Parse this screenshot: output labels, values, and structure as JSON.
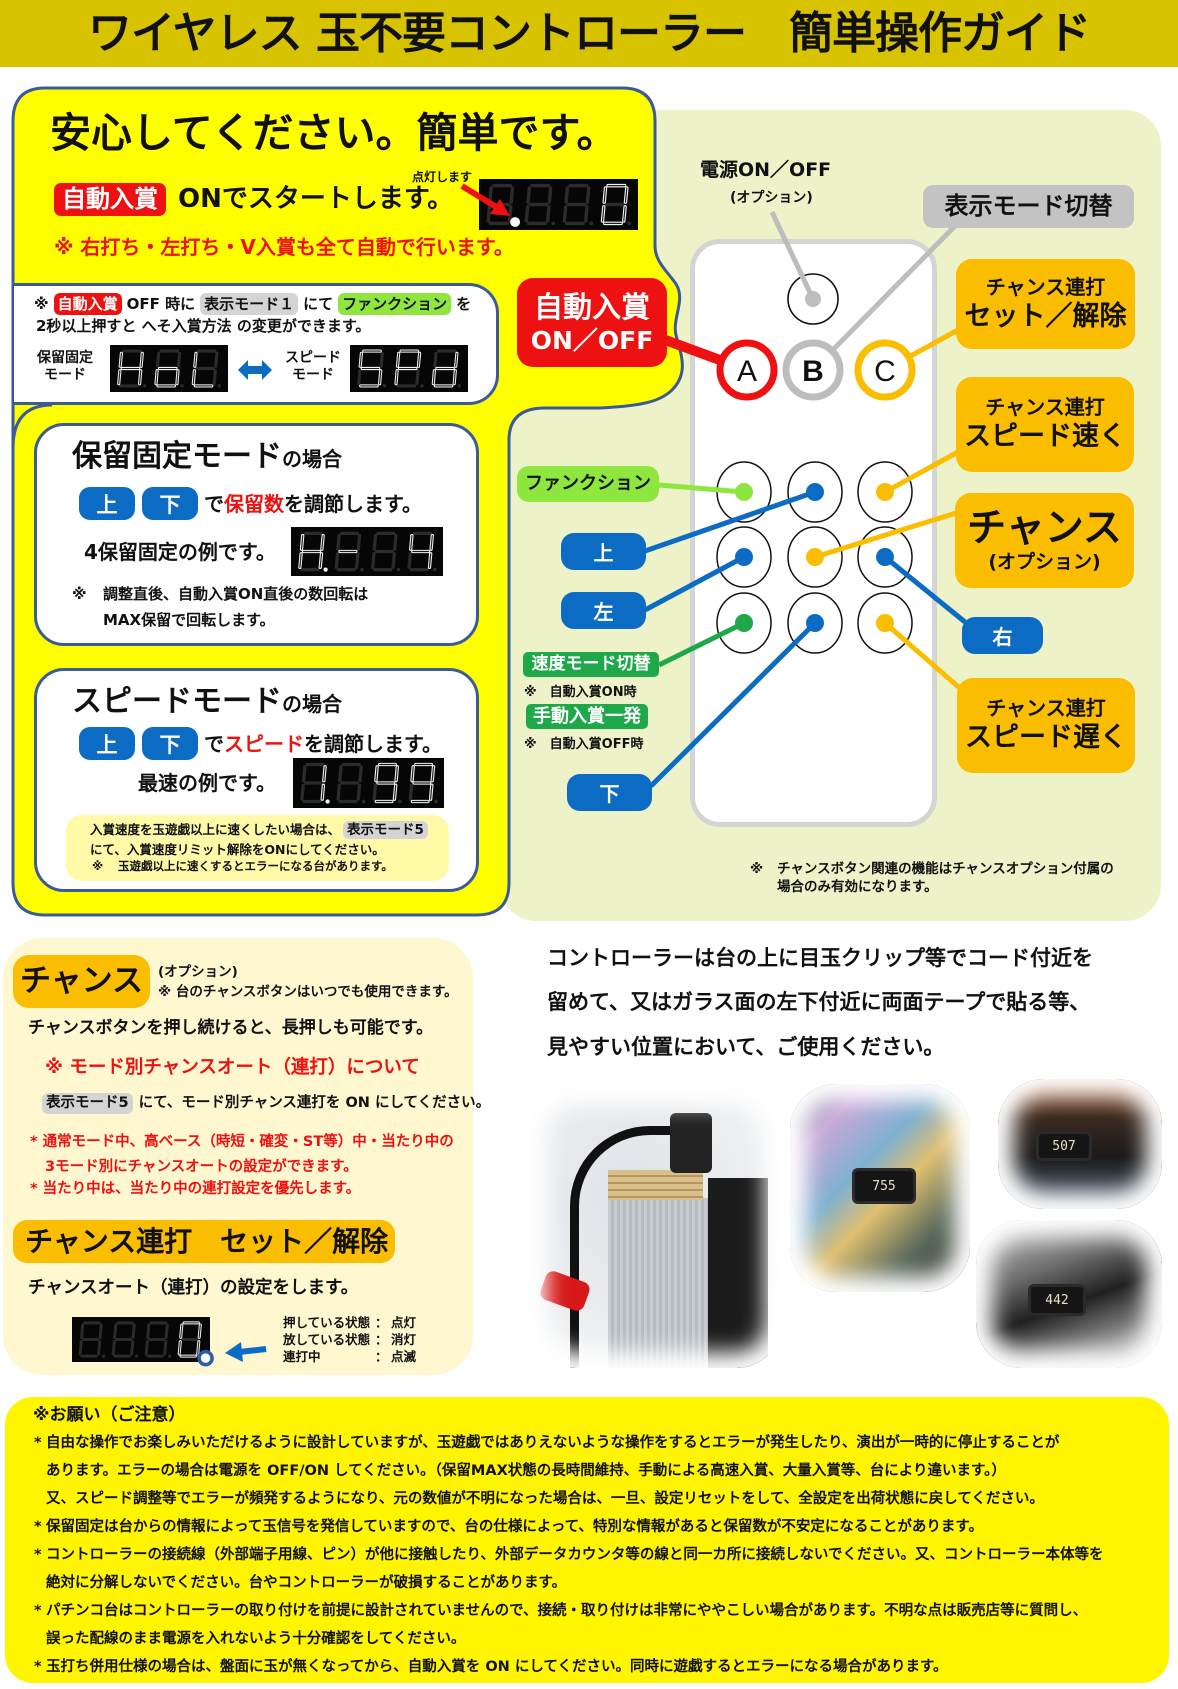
{
  "colors": {
    "header": "#d8c300",
    "yellow": "#ffff00",
    "border_blue": "#3b5b98",
    "red": "#ee1111",
    "blue": "#0c6cc4",
    "orange": "#fbbd00",
    "gray_tag": "#d4d4d4",
    "gray_label": "#c3c3c3",
    "lime": "#8ee63f",
    "green": "#1ea84a",
    "panel_green": "#eef2c8",
    "cream": "#fff7cf",
    "notice_yellow": "#fff500",
    "tip_yellow": "#fff9a8"
  },
  "header": {
    "title": "ワイヤレス 玉不要コントローラー　簡単操作ガイド"
  },
  "intro": {
    "heading": "安心してください。簡単です。",
    "auto_badge": "自動入賞",
    "start_text": "ONでスタートします。",
    "lit_caption": "点灯します",
    "display": {
      "cells": [
        {
          "c": " ",
          "dot": "big"
        },
        {
          "c": " ",
          "dot": "off"
        },
        {
          "c": " ",
          "dot": "off"
        },
        {
          "c": "0",
          "dot": "off"
        }
      ]
    },
    "note": "※ 右打ち・左打ち・V入賞も全て自動で行います。"
  },
  "mode_switch": {
    "mark": "※",
    "auto_badge": "自動入賞",
    "off_text": "OFF 時に",
    "display_mode_tag": "表示モード１",
    "via_text": "にて",
    "function_tag": "ファンクション",
    "particle": "を",
    "line2": "2秒以上押すと へそ入賞方法 の変更ができます。",
    "hold_label": {
      "line1": "保留固定",
      "line2": "モード"
    },
    "hold_display": {
      "cells": [
        {
          "c": "H",
          "dot": "off"
        },
        {
          "c": "o",
          "dot": "off"
        },
        {
          "c": "L",
          "dot": "off"
        }
      ]
    },
    "speed_label": {
      "line1": "スピード",
      "line2": "モード"
    },
    "speed_display": {
      "cells": [
        {
          "c": "S",
          "dot": "off"
        },
        {
          "c": "P",
          "dot": "off"
        },
        {
          "c": "d",
          "dot": "off"
        }
      ]
    }
  },
  "auto_toggle": {
    "line1": "自動入賞",
    "line2": "ON／OFF"
  },
  "hold_mode": {
    "title": "保留固定モード",
    "title_suffix": "の場合",
    "up": "上",
    "down": "下",
    "adjust_prefix": "で",
    "adjust_highlight": "保留数",
    "adjust_suffix": "を調節します。",
    "example": "4保留固定の例です。",
    "display": {
      "cells": [
        {
          "c": "H",
          "dot": "lit"
        },
        {
          "c": "-",
          "dot": "off"
        },
        {
          "c": " ",
          "dot": "off"
        },
        {
          "c": "4",
          "dot": "off"
        }
      ]
    },
    "note_mark": "※",
    "note_line1": "調整直後、自動入賞ON直後の数回転は",
    "note_line2": "MAX保留で回転します。"
  },
  "speed_mode": {
    "title": "スピードモード",
    "title_suffix": "の場合",
    "up": "上",
    "down": "下",
    "adjust_prefix": "で",
    "adjust_highlight": "スピード",
    "adjust_suffix": "を調節します。",
    "example": "最速の例です。",
    "display": {
      "cells": [
        {
          "c": "1",
          "dot": "lit"
        },
        {
          "c": " ",
          "dot": "off"
        },
        {
          "c": "9",
          "dot": "off"
        },
        {
          "c": "9",
          "dot": "off"
        }
      ]
    },
    "tip": {
      "line1": "入賞速度を玉遊戯以上に速くしたい場合は、",
      "tag": "表示モード5",
      "line2": "にて、入賞速度リミット解除をONにしてください。",
      "line3_mark": "※",
      "line3": "玉遊戯以上に速くするとエラーになる台があります。"
    }
  },
  "remote": {
    "power_label": "電源ON／OFF",
    "power_sub": "(オプション)",
    "display_mode_label": "表示モード切替",
    "abc": [
      "A",
      "B",
      "C"
    ],
    "chance_set": {
      "line1": "チャンス連打",
      "line2": "セット／解除"
    },
    "chance_fast": {
      "line1": "チャンス連打",
      "line2": "スピード速く"
    },
    "chance": {
      "line1": "チャンス",
      "line2": "(オプション)"
    },
    "right": "右",
    "chance_slow": {
      "line1": "チャンス連打",
      "line2": "スピード遅く"
    },
    "function": "ファンクション",
    "up": "上",
    "left": "左",
    "down": "下",
    "speed_mode_switch": "速度モード切替",
    "speed_mode_note": "※　自動入賞ON時",
    "manual_single": "手動入賞一発",
    "manual_note": "※　自動入賞OFF時",
    "grid_dots": [
      "#8ee63f",
      "#0c6cc4",
      "#fbbd00",
      "#0c6cc4",
      "#fbbd00",
      "#0c6cc4",
      "#1ea84a",
      "#0c6cc4",
      "#fbbd00"
    ],
    "footnote_mark": "※",
    "footnote_line1": "チャンスボタン関連の機能はチャンスオプション付属の",
    "footnote_line2": "場合のみ有効になります。"
  },
  "chance_section": {
    "label": "チャンス",
    "option": "(オプション)",
    "option_note": "※ 台のチャンスボタンはいつでも使用できます。",
    "long_press": "チャンスボタンを押し続けると、長押しも可能です。",
    "mode_note": "※  モード別チャンスオート（連打）について",
    "display_mode_tag": "表示モード5",
    "display_mode_text": "にて、モード別チャンス連打を ON にしてください。",
    "star1_line1": "* 通常モード中、高ベース（時短・確変・ST等）中・当たり中の",
    "star1_line2": "3モード別にチャンスオートの設定ができます。",
    "star2": "* 当たり中は、当たり中の連打設定を優先します。"
  },
  "chance_repeat": {
    "label": "チャンス連打　セット／解除",
    "desc": "チャンスオート（連打）の設定をします。",
    "display": {
      "cells": [
        {
          "c": " ",
          "dot": "off"
        },
        {
          "c": " ",
          "dot": "off"
        },
        {
          "c": " ",
          "dot": "off"
        },
        {
          "c": "0",
          "dot": "ring"
        }
      ]
    },
    "legend": [
      {
        "state": "押している状態",
        "sep": "：",
        "value": "点灯"
      },
      {
        "state": "放している状態",
        "sep": "：",
        "value": "消灯"
      },
      {
        "state": "連打中",
        "sep": "：",
        "value": "点滅"
      }
    ]
  },
  "placement": {
    "lines": [
      "コントローラーは台の上に目玉クリップ等でコード付近を",
      "留めて、又はガラス面の左下付近に両面テープで貼る等、",
      "見やすい位置において、ご使用ください。"
    ]
  },
  "photos": [
    {
      "display": ""
    },
    {
      "display": "755"
    },
    {
      "display": "507"
    },
    {
      "display": "442"
    }
  ],
  "notice": {
    "title": "※お願い（ご注意）",
    "bullet": "*",
    "items": [
      {
        "lines": [
          "自由な操作でお楽しみいただけるように設計していますが、玉遊戯ではありえないような操作をするとエラーが発生したり、演出が一時的に停止することが",
          "あります。エラーの場合は電源を OFF/ON してください。（保留MAX状態の長時間維持、手動による高速入賞、大量入賞等、台により違います。）",
          "又、スピード調整等でエラーが頻発するようになり、元の数値が不明になった場合は、一旦、設定リセットをして、全設定を出荷状態に戻してください。"
        ]
      },
      {
        "lines": [
          "保留固定は台からの情報によって玉信号を発信していますので、台の仕様によって、特別な情報があると保留数が不安定になることがあります。"
        ]
      },
      {
        "lines": [
          "コントローラーの接続線（外部端子用線、ピン）が他に接触したり、外部データカウンタ等の線と同一カ所に接続しないでください。又、コントローラー本体等を",
          "絶対に分解しないでください。台やコントローラーが破損することがあります。"
        ]
      },
      {
        "lines": [
          "パチンコ台はコントローラーの取り付けを前提に設計されていませんので、接続・取り付けは非常にややこしい場合があります。不明な点は販売店等に質問し、",
          "誤った配線のまま電源を入れないよう十分確認をしてください。"
        ]
      },
      {
        "lines": [
          "玉打ち併用仕様の場合は、盤面に玉が無くなってから、自動入賞を ON にしてください。同時に遊戯するとエラーになる場合があります。"
        ]
      }
    ]
  }
}
